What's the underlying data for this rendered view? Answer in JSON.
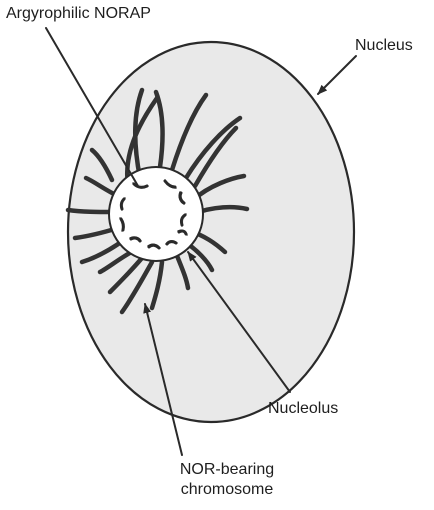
{
  "labels": {
    "norap": "Argyrophilic  NORAP",
    "nucleus": "Nucleus",
    "nucleolus": "Nucleolus",
    "chromosome_line1": "NOR-bearing",
    "chromosome_line2": "chromosome"
  },
  "colors": {
    "nucleus_fill": "#e9e9e9",
    "outline": "#2a2a2a",
    "nucleolus_fill": "#ffffff",
    "chromosome": "#333333",
    "norap_fill": "#e6e6e6"
  }
}
